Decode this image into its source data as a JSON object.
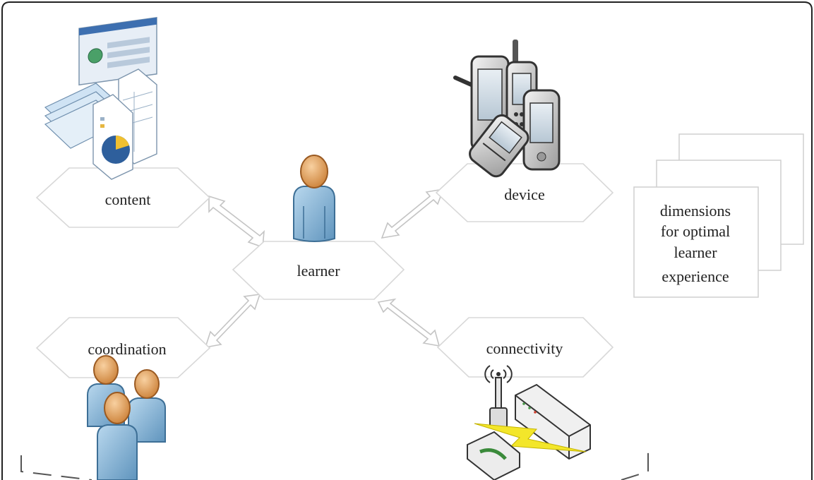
{
  "nodes": {
    "content": "content",
    "device": "device",
    "learner": "learner",
    "coordination": "coordination",
    "connectivity": "connectivity"
  },
  "dimensions_note": [
    "dimensions",
    "for optimal",
    "learner",
    "experience"
  ],
  "colors": {
    "hexagon_stroke": "#d8d8d8",
    "arrow_stroke": "#c4c4c4",
    "person_head": "#e8a45c",
    "person_body": "#7fb2d6",
    "text": "#222222",
    "frame": "#222222"
  },
  "icons": [
    "documents-icon",
    "mobile-devices-icon",
    "person-icon",
    "group-of-people-icon",
    "network-devices-icon",
    "stacked-pages-icon"
  ]
}
